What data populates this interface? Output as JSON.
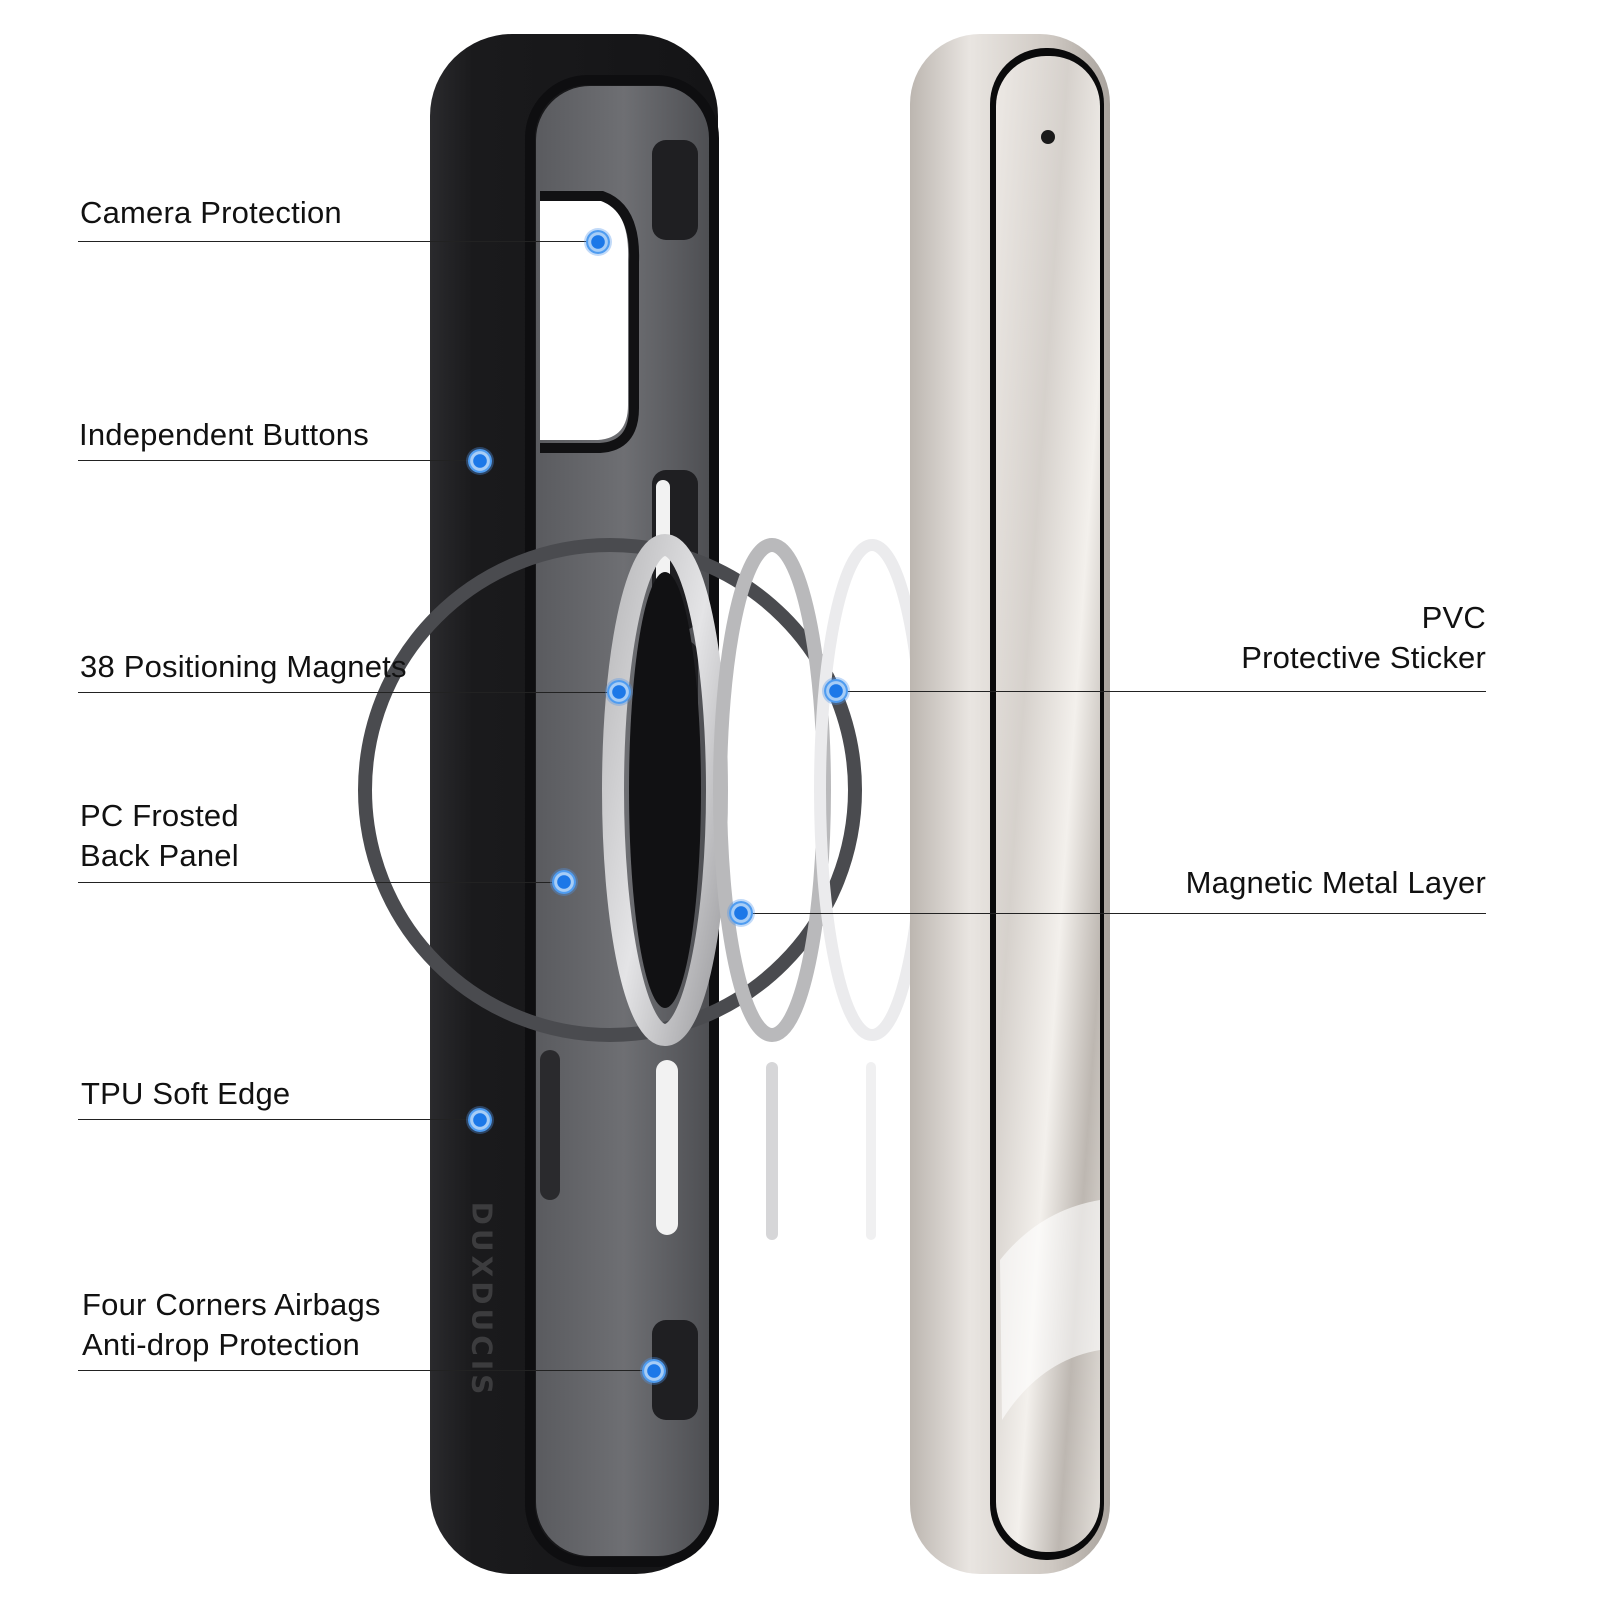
{
  "labels": {
    "camera_protection": "Camera Protection",
    "independent_buttons": "Independent Buttons",
    "positioning_magnets": "38 Positioning Magnets",
    "pc_frosted_line1": "PC Frosted",
    "pc_frosted_line2": "Back Panel",
    "tpu_soft_edge": "TPU Soft Edge",
    "four_corners_line1": "Four Corners Airbags",
    "four_corners_line2": "Anti-drop Protection",
    "pvc_line1": "PVC",
    "pvc_line2": "Protective Sticker",
    "magnetic_metal_layer": "Magnetic Metal Layer"
  },
  "brand": {
    "logo_text": "DUXDUCIS"
  },
  "colors": {
    "marker_blue": "#1c78e8",
    "case_black": "#1b1b1d",
    "phone_frame": "#d9d4cf",
    "text": "#111111"
  }
}
